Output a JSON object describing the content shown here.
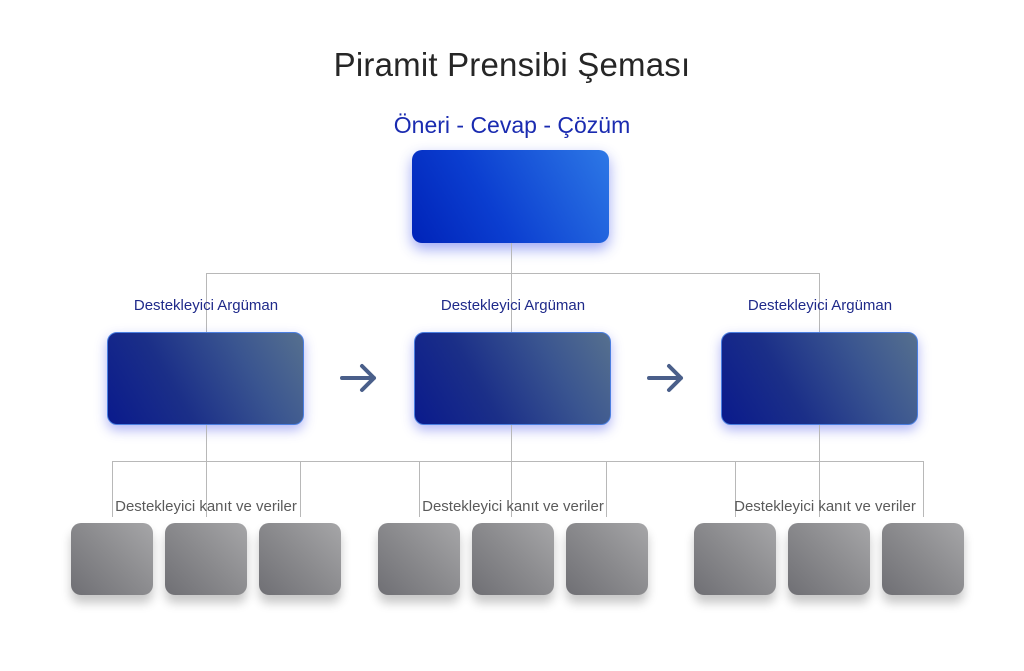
{
  "title": "Piramit Prensibi Şeması",
  "top": {
    "label": "Öneri - Cevap - Çözüm"
  },
  "arguments": [
    {
      "label": "Destekleyici Argüman"
    },
    {
      "label": "Destekleyici Argüman"
    },
    {
      "label": "Destekleyici Argüman"
    }
  ],
  "evidence_groups": [
    {
      "label": "Destekleyici kanıt ve veriler",
      "boxes": 3
    },
    {
      "label": "Destekleyici kanıt ve veriler",
      "boxes": 3
    },
    {
      "label": "Destekleyici kanıt ve veriler",
      "boxes": 3
    }
  ],
  "icons": {
    "flow_arrow": "arrow-right-icon"
  },
  "colors": {
    "title": "#262626",
    "top_label": "#1a2bb0",
    "arg_label": "#1f2a8a",
    "evidence_label": "#5a5a5a",
    "top_box": "#0b3ed0",
    "arg_box": "#1b2f88",
    "evidence_box": "#8a8a8d",
    "connector": "#b8b8b8",
    "arrow": "#4a5f8a"
  }
}
